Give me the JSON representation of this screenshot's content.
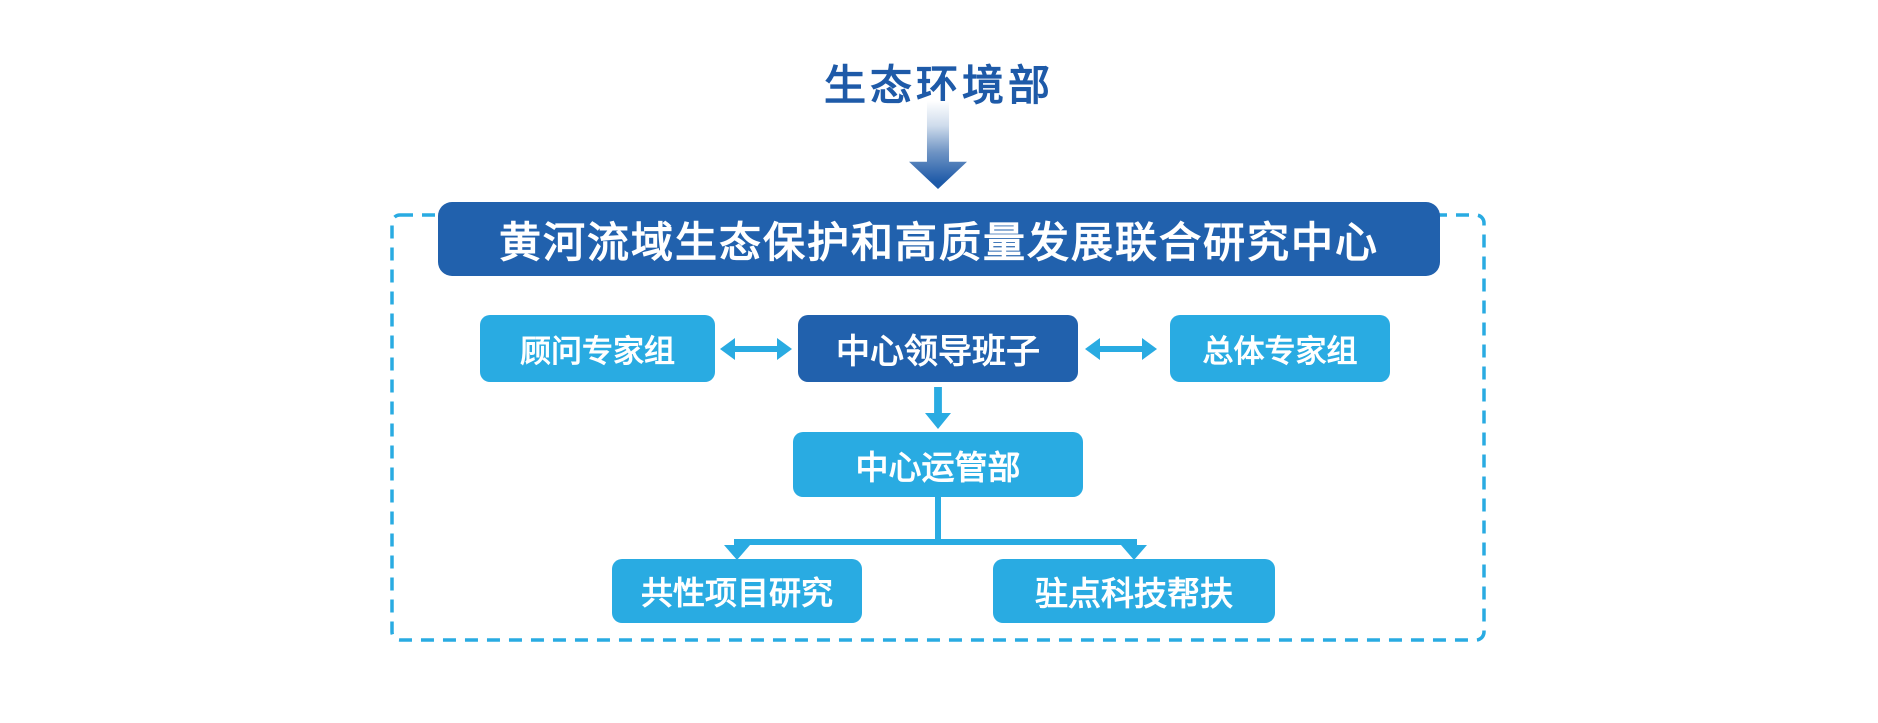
{
  "colors": {
    "dark_blue": "#2161ad",
    "light_blue": "#29abe2",
    "title_text": "#1e5aa8",
    "background": "#ffffff"
  },
  "org_chart": {
    "ministry_label": "生态环境部",
    "center_label": "黄河流域生态保护和高质量发展联合研究中心",
    "advisor_label": "顾问专家组",
    "leadership_label": "中心领导班子",
    "overall_label": "总体专家组",
    "operations_label": "中心运管部",
    "research_label": "共性项目研究",
    "assistance_label": "驻点科技帮扶"
  }
}
